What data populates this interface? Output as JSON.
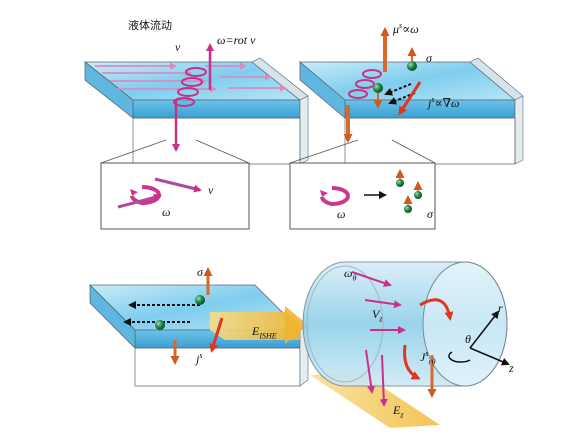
{
  "panel_a": {
    "title": "液体流动",
    "velocity": "v",
    "vorticity_eq": "ω=rot v",
    "inset_omega": "ω",
    "inset_v": "v"
  },
  "panel_b": {
    "mu": "μ",
    "mu_sup": "s",
    "mu_rel": "∝ω",
    "sigma": "σ",
    "js": "j",
    "js_sup": "s",
    "js_rel": "∝∇ω",
    "inset_omega": "ω",
    "inset_sigma": "σ"
  },
  "panel_c": {
    "sigma": "σ",
    "e_ishe": "E",
    "e_ishe_sub": "ISHE",
    "js": "j",
    "js_sup": "s"
  },
  "panel_d": {
    "omega_theta": "ω",
    "omega_theta_sub": "θ",
    "vz": "V",
    "vz_sub": "z",
    "j_rtheta": "J",
    "j_rtheta_sup": "s",
    "j_rtheta_sub": "rθ",
    "r": "r",
    "theta": "θ",
    "z": "z",
    "ez": "E",
    "ez_sub": "z"
  },
  "colors": {
    "water": "#8fd3ee",
    "water_dark": "#3aa6d6",
    "pink": "#d0358f",
    "orange": "#d76a2a",
    "electron": "#1e8a4a",
    "yellow": "#f2c54a"
  }
}
